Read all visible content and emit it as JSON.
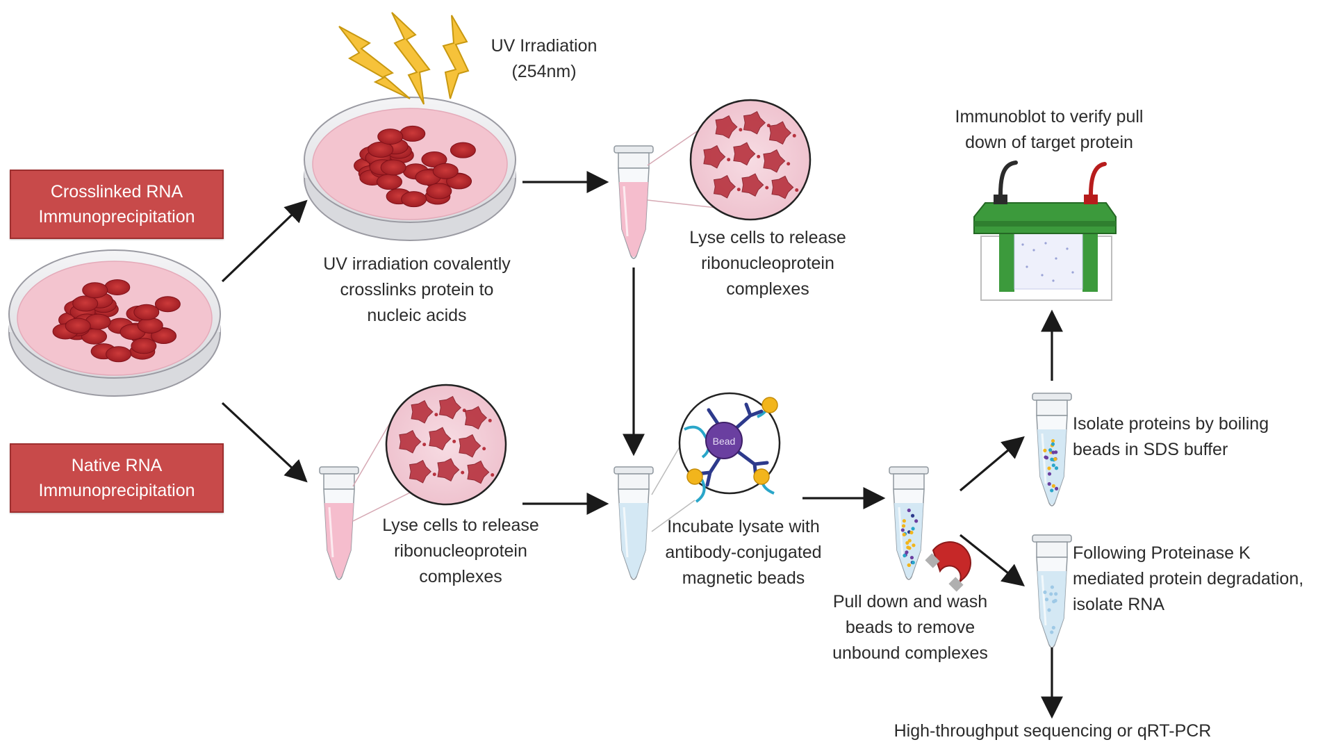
{
  "methods": {
    "crosslinked": "Crosslinked RNA\nImmunoprecipitation",
    "native": "Native RNA\nImmunoprecipitation"
  },
  "steps": {
    "uv_source": "UV Irradiation\n(254nm)",
    "uv_crosslink": "UV irradiation covalently\ncrosslinks protein to\nnucleic acids",
    "lyse_top": "Lyse cells to release\nribonucleoprotein\ncomplexes",
    "lyse_bottom": "Lyse cells to release\nribonucleoprotein\ncomplexes",
    "incubate": "Incubate lysate with\nantibody-conjugated\nmagnetic  beads",
    "pulldown": "Pull down and wash\nbeads to remove\nunbound complexes",
    "isolate_proteins": "Isolate  proteins by boiling\nbeads in SDS buffer",
    "proteinase": "Following Proteinase K\nmediated protein degradation,\nisolate RNA",
    "immunoblot": "Immunoblot to verify pull\ndown of target protein",
    "sequencing": "High-throughput sequencing or qRT-PCR"
  },
  "colors": {
    "method_box": "#c84a4a",
    "cell": "#b5222b",
    "dish_medium": "#f3c4cf",
    "lysate_pink": "#f4b6c8",
    "lysate_blue": "#cfe6f3",
    "bead": "#6a3fa0",
    "antibody": "#2d3a8c",
    "rna": "#2aa6c9",
    "protein": "#f2b51c",
    "blot_green": "#3c9a3c"
  }
}
